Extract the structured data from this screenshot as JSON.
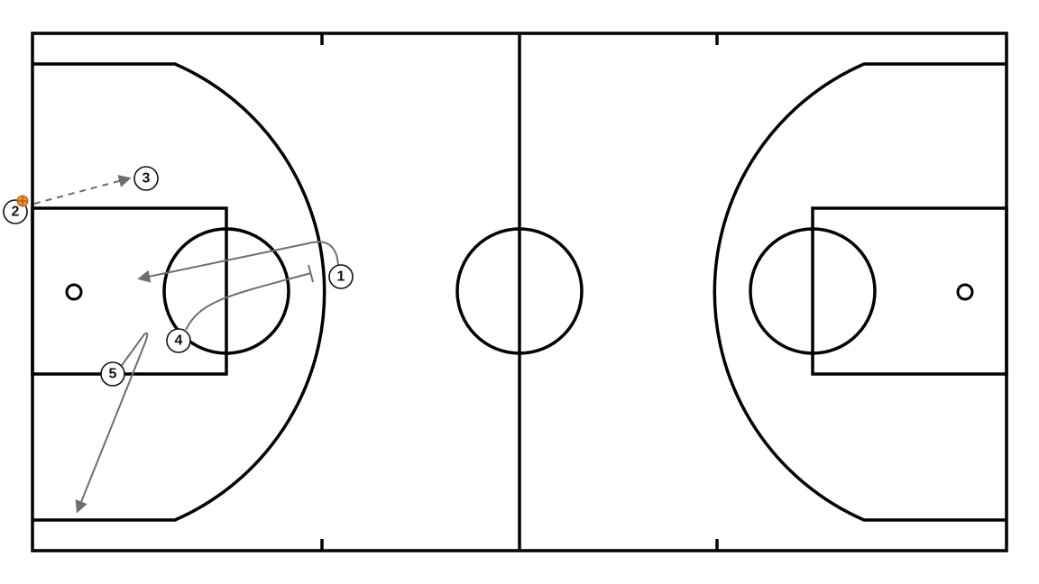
{
  "diagram": {
    "type": "basketball-full-court-play",
    "players": [
      {
        "id": "p1",
        "label": "1"
      },
      {
        "id": "p2",
        "label": "2",
        "has_ball": true
      },
      {
        "id": "p3",
        "label": "3"
      },
      {
        "id": "p4",
        "label": "4"
      },
      {
        "id": "p5",
        "label": "5"
      }
    ],
    "actions": [
      {
        "id": "pass-2-to-3",
        "kind": "pass",
        "from": "2",
        "to": "3",
        "style": "dashed-arrow"
      },
      {
        "id": "cut-1",
        "kind": "cut",
        "player": "1",
        "style": "solid-arrow"
      },
      {
        "id": "screen-4",
        "kind": "screen",
        "player": "4",
        "style": "solid-t-end"
      },
      {
        "id": "cut-5",
        "kind": "cut",
        "player": "5",
        "style": "solid-arrow"
      }
    ],
    "colors": {
      "court_lines": "#000000",
      "movement_lines": "#6e6e6e",
      "ball": "#e8902a",
      "background": "#ffffff"
    }
  }
}
